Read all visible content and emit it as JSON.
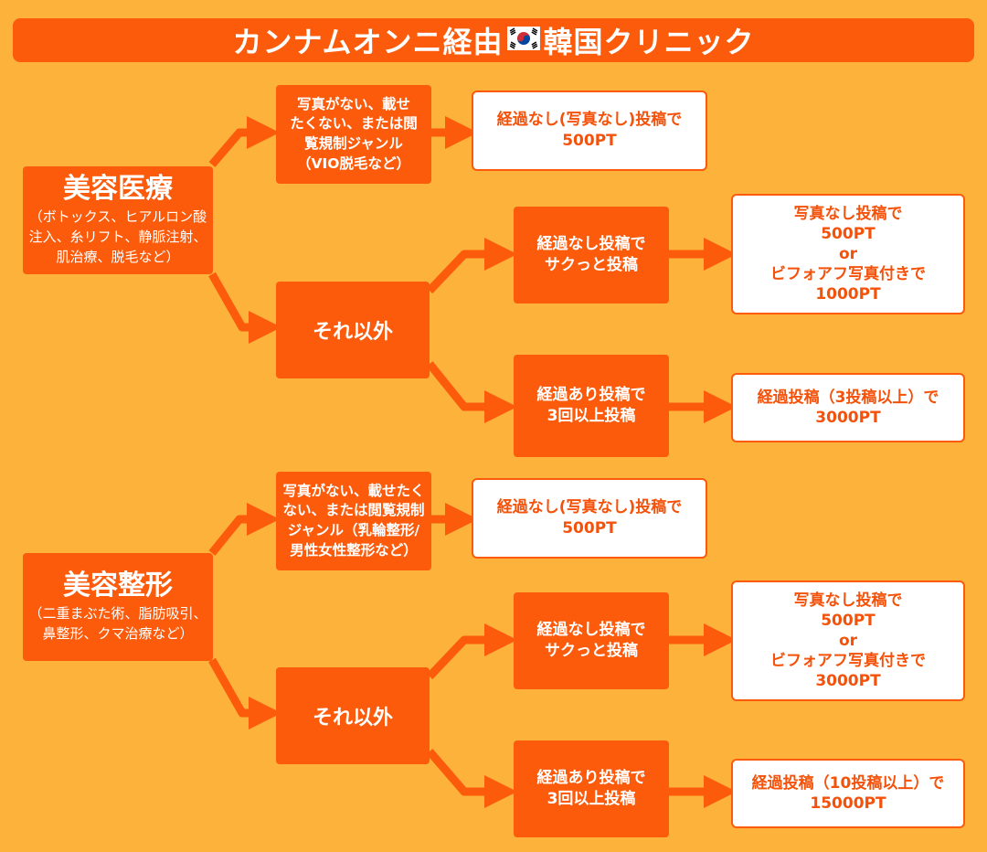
{
  "title": {
    "text_before": "カンナムオンニ経由",
    "flag_icon": "south-korea-flag-icon",
    "text_after": "韓国クリニック"
  },
  "colors": {
    "background": "#fcb23b",
    "accent": "#fb5b0b",
    "result_text": "#f4520a"
  },
  "sections": [
    {
      "category_title": "美容医療",
      "category_sub": "（ボトックス、ヒアルロン酸\n注入、糸リフト、静脈注射、\n肌治療、脱毛など）",
      "no_photo_condition": "写真がない、載せ\nたくない、または閲\n覧規制ジャンル\n（VIO脱毛など）",
      "no_photo_result": "経過なし(写真なし)投稿で\n500PT",
      "other_label": "それ以外",
      "quick_label": "経過なし投稿で\nサクっと投稿",
      "quick_result": "写真なし投稿で\n500PT\nor\nビフォアフ写真付きで\n1000PT",
      "progress_label": "経過あり投稿で\n3回以上投稿",
      "progress_result": "経過投稿（3投稿以上）で\n3000PT"
    },
    {
      "category_title": "美容整形",
      "category_sub": "（二重まぶた術、脂肪吸引、\n鼻整形、クマ治療など）",
      "no_photo_condition": "写真がない、載せたく\nない、または閲覧規制\nジャンル（乳輪整形/\n男性女性整形など）",
      "no_photo_result": "経過なし(写真なし)投稿で\n500PT",
      "other_label": "それ以外",
      "quick_label": "経過なし投稿で\nサクっと投稿",
      "quick_result": "写真なし投稿で\n500PT\nor\nビフォアフ写真付きで\n3000PT",
      "progress_label": "経過あり投稿で\n3回以上投稿",
      "progress_result": "経過投稿（10投稿以上）で\n15000PT"
    }
  ]
}
